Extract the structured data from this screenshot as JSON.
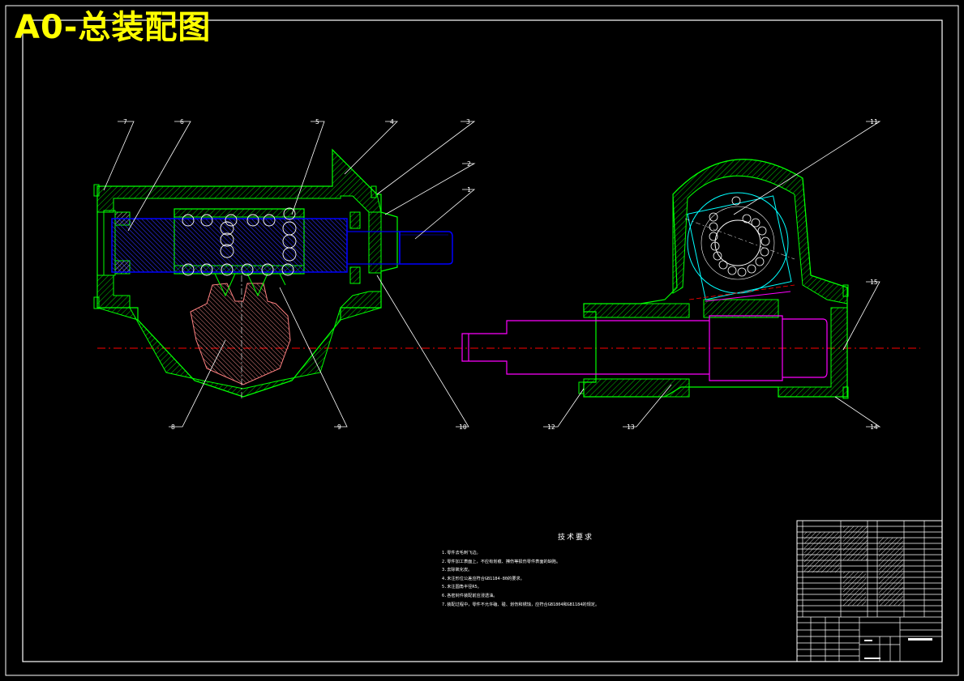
{
  "title": "A0-总装配图",
  "part_labels": [
    "1",
    "2",
    "3",
    "4",
    "5",
    "6",
    "7",
    "8",
    "9",
    "10",
    "11",
    "12",
    "13",
    "14",
    "15"
  ],
  "tech_requirements": {
    "title": "技术要求",
    "lines": [
      "1.零件去毛刺飞边。",
      "2.零件加工表面上，不应有划痕、擦伤等损伤零件表面的缺陷。",
      "3.去除氧化皮。",
      "4.未注形位公差应符合GB1184-80的要求。",
      "5.未注圆角半径R5。",
      "6.各密封件装配前应浸透油。",
      "7.装配过程中，零件不允许磕、碰、划伤和锈蚀，应符合GB1804和GB1184的规定。"
    ]
  },
  "colors": {
    "frame": "#ffffff",
    "housing": "#00ff00",
    "screw": "#0000ff",
    "shaft": "#ff00ff",
    "sector_gear": "#ff8080",
    "centerline": "#ff0000",
    "bearing": "#00ffff",
    "title": "#ffff00"
  }
}
